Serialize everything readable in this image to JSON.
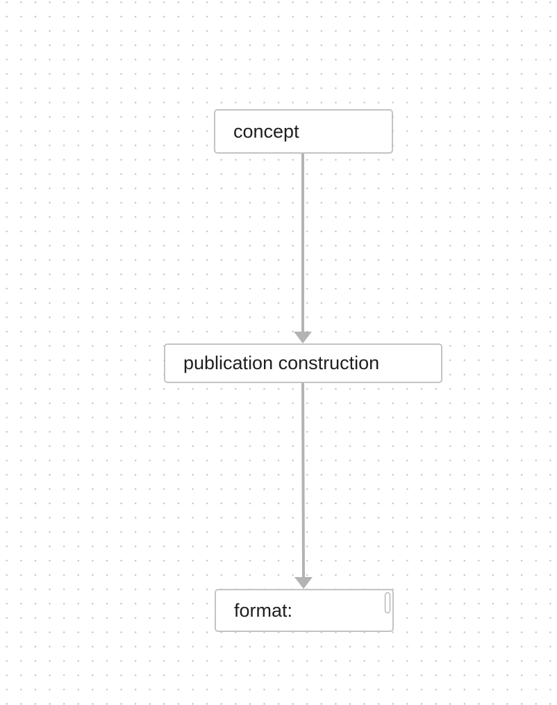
{
  "diagram": {
    "nodes": [
      {
        "id": "concept",
        "label": "concept"
      },
      {
        "id": "publication-construction",
        "label": "publication construction"
      },
      {
        "id": "format",
        "label": "format:"
      }
    ],
    "edges": [
      {
        "from": "concept",
        "to": "publication-construction"
      },
      {
        "from": "publication-construction",
        "to": "format"
      }
    ],
    "colors": {
      "edge": "#b3b3b3",
      "node_border": "#c3c3c3",
      "node_text": "#1e1e1e",
      "grid_dot": "#c4c4c4",
      "background": "#ffffff"
    }
  }
}
